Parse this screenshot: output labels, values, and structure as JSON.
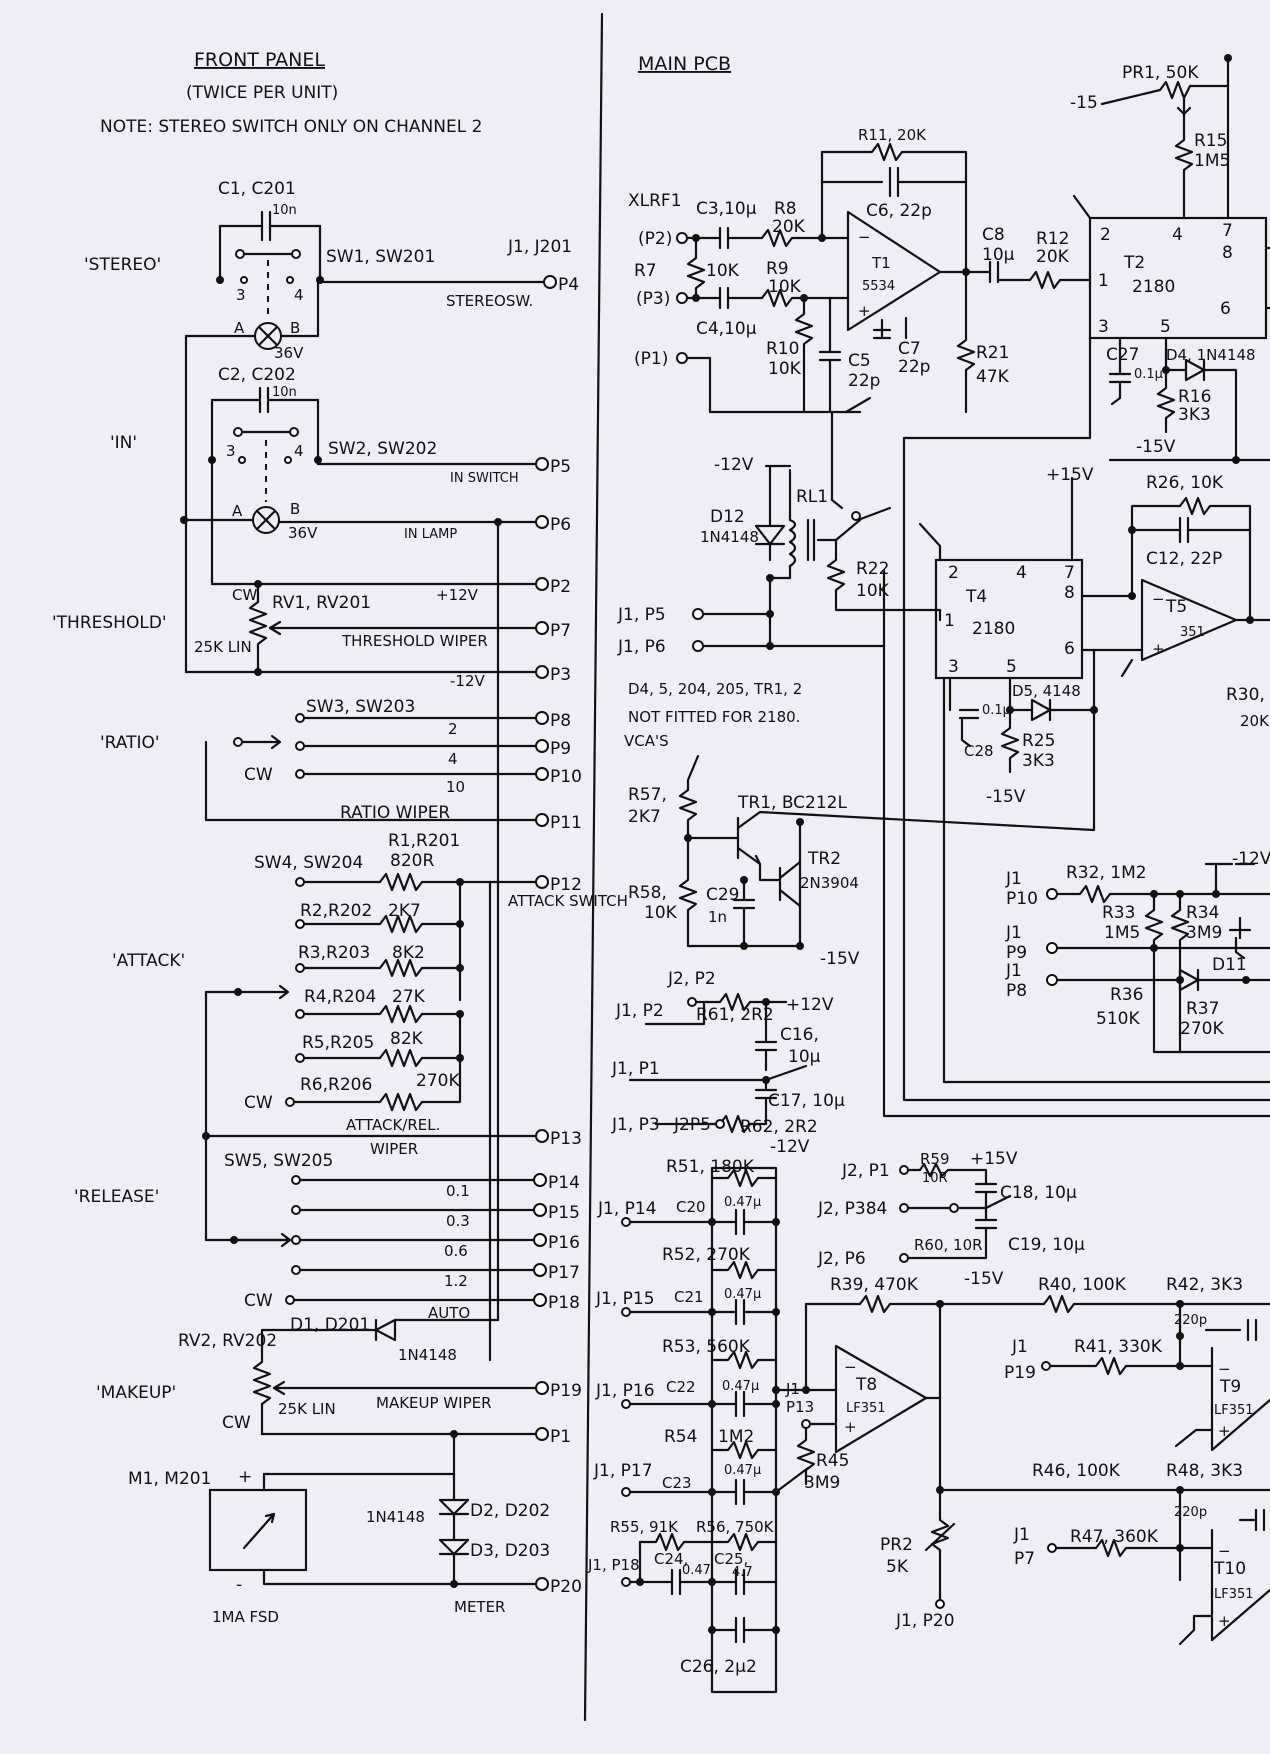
{
  "front_panel": {
    "title": "FRONT PANEL",
    "subtitle": "(TWICE PER UNIT)",
    "note": "NOTE: STEREO SWITCH ONLY ON CHANNEL 2",
    "labels": {
      "stereo": "'STEREO'",
      "in": "'IN'",
      "threshold": "'THRESHOLD'",
      "ratio": "'RATIO'",
      "attack": "'ATTACK'",
      "release": "'RELEASE'",
      "makeup": "'MAKEUP'",
      "c1": "C1, C201",
      "c1v": "10n",
      "c2": "C2, C202",
      "c2v": "10n",
      "sw1": "SW1, SW201",
      "sw2": "SW2, SW202",
      "sw3": "SW3, SW203",
      "sw4": "SW4, SW204",
      "sw5": "SW5, SW205",
      "j1": "J1, J201",
      "stereosw": "STEREOSW.",
      "inswitch": "IN SWITCH",
      "inlamp": "IN LAMP",
      "lamp_v": "36V",
      "a": "A",
      "b": "B",
      "n3": "3",
      "n4": "4",
      "rv1": "RV1, RV201",
      "plus12": "+12V",
      "minus12": "-12V",
      "lin25": "25K LIN",
      "thr_wiper": "THRESHOLD WIPER",
      "ratio2": "2",
      "ratio4": "4",
      "ratio10": "10",
      "ratio_wiper": "RATIO WIPER",
      "cw": "CW",
      "r1": "R1,R201",
      "r1v": "820R",
      "r2": "R2,R202",
      "r2v": "2K7",
      "r3": "R3,R203",
      "r3v": "8K2",
      "r4": "R4,R204",
      "r4v": "27K",
      "r5": "R5,R205",
      "r5v": "82K",
      "r6": "R6,R206",
      "r6v": "270K",
      "attack_sw": "ATTACK SWITCH",
      "att_rel": "ATTACK/REL.",
      "wiper": "WIPER",
      "rel1": "0.1",
      "rel2": "0.3",
      "rel3": "0.6",
      "rel4": "1.2",
      "auto": "AUTO",
      "d1": "D1, D201",
      "in4148": "1N4148",
      "rv2": "RV2, RV202",
      "lin25b": "25K LIN",
      "makeup_wiper": "MAKEUP WIPER",
      "m1": "M1, M201",
      "plus": "+",
      "minus": "-",
      "fsd": "1MA FSD",
      "d2": "D2, D202",
      "d3": "D3, D203",
      "meter": "METER",
      "p4": "P4",
      "p5": "P5",
      "p6": "P6",
      "p2": "P2",
      "p7": "P7",
      "p3": "P3",
      "p8": "P8",
      "p9": "P9",
      "p10": "P10",
      "p11": "P11",
      "p12": "P12",
      "p13": "P13",
      "p14": "P14",
      "p15": "P15",
      "p16": "P16",
      "p17": "P17",
      "p18": "P18",
      "p19": "P19",
      "p1": "P1",
      "p20": "P20"
    }
  },
  "main_pcb": {
    "title": "MAIN PCB",
    "labels": {
      "xlrf1": "XLRF1",
      "p2": "(P2)",
      "p3": "(P3)",
      "p1": "(P1)",
      "c3": "C3,10µ",
      "r8": "R8",
      "r8v": "20K",
      "r7": "R7",
      "r7v": "10K",
      "r9": "R9",
      "r9v": "10K",
      "c4": "C4,10µ",
      "r10": "R10",
      "r10v": "10K",
      "c5": "C5",
      "c5v": "22p",
      "r11": "R11, 20K",
      "c6": "C6, 22p",
      "t1": "T1",
      "t1b": "5534",
      "c7": "C7",
      "c7v": "22p",
      "c8": "C8",
      "c8v": "10µ",
      "r12": "R12",
      "r12v": "20K",
      "r21": "R21",
      "r21v": "47K",
      "pr1": "PR1, 50K",
      "m15": "-15",
      "r15": "R15",
      "r15v": "1M5",
      "t2": "T2",
      "t2b": "2180",
      "c27": "C27",
      "c27v": "0.1µ",
      "d4": "D4, 1N4148",
      "r16": "R16",
      "r16v": "3K3",
      "m15v": "-15V",
      "m12v": "-12V",
      "rl1": "RL1",
      "d12": "D12",
      "d12v": "1N4148",
      "r22": "R22",
      "r22v": "10K",
      "j1p5": "J1, P5",
      "j1p6": "J1, P6",
      "note1": "D4, 5, 204, 205, TR1, 2",
      "note2": "NOT FITTED FOR 2180.",
      "note3": "VCA'S",
      "p15v": "+15V",
      "r26": "R26, 10K",
      "c12": "C12, 22P",
      "t4": "T4",
      "t4b": "2180",
      "t5": "T5",
      "t5b": "351",
      "d5": "D5, 4148",
      "c28": "C28",
      "c28v": "0.1µ",
      "r25": "R25",
      "r25v": "3K3",
      "r30": "R30,",
      "r30v": "20K",
      "r57": "R57,",
      "r57v": "2K7",
      "tr1": "TR1, BC212L",
      "tr2": "TR2",
      "tr2v": "2N3904",
      "r58": "R58,",
      "r58v": "10K",
      "c29": "C29",
      "c29v": "1n",
      "m15v2": "-15V",
      "j1a": "J1",
      "p10": "P10",
      "r32": "R32, 1M2",
      "r33": "R33",
      "r33v": "1M5",
      "r34": "R34",
      "r34v": "3M9",
      "p9": "P9",
      "p8": "P8",
      "d11": "D11",
      "r36": "R36",
      "r36v": "510K",
      "r37": "R37",
      "r37v": "270K",
      "j2p2": "J2, P2",
      "j1p2": "J1, P2",
      "r61": "R61, 2R2",
      "p12v": "+12V",
      "c16": "C16,",
      "c16v": "10µ",
      "j1p1": "J1, P1",
      "c17": "C17, 10µ",
      "j1p3": "J1, P3",
      "j2p5": "J2P5",
      "r62": "R62, 2R2",
      "m12v2": "-12V",
      "j2p1": "J2, P1",
      "r59": "R59",
      "r59v": "10R",
      "p15x": "+15V",
      "c18": "C18, 10µ",
      "j2p384": "J2, P384",
      "j2p6": "J2, P6",
      "r60": "R60, 10R",
      "c19": "C19, 10µ",
      "m15v3": "-15V",
      "r51": "R51, 180K",
      "j1p14": "J1, P14",
      "c20": "C20",
      "c20v": "0.47µ",
      "r52": "R52, 270K",
      "j1p15": "J1, P15",
      "c21": "C21",
      "c21v": "0.47µ",
      "r53": "R53, 560K",
      "j1p16": "J1, P16",
      "c22": "C22",
      "c22v": "0.47µ",
      "r54": "R54",
      "r54v": "1M2",
      "j1p17": "J1, P17",
      "c23": "C23",
      "c23v": "0.47µ",
      "r55": "R55, 91K",
      "r56": "R56, 750K",
      "j1p18": "J1, P18",
      "c24": "C24,",
      "c24v": "0.47",
      "c25": "C25,",
      "c25v": "4.7",
      "c26": "C26, 2µ2",
      "r39": "R39, 470K",
      "t8": "T8",
      "t8b": "LF351",
      "j1p13a": "J1",
      "j1p13b": "P13",
      "r45": "R45",
      "r45v": "3M9",
      "pr2": "PR2",
      "pr2v": "5K",
      "j1p20": "J1, P20",
      "r40": "R40, 100K",
      "r42": "R42, 3K3",
      "c220a": "220p",
      "j1p19a": "J1",
      "j1p19b": "P19",
      "r41": "R41, 330K",
      "t9": "T9",
      "t9b": "LF351",
      "r46": "R46, 100K",
      "r48": "R48, 3K3",
      "c220b": "220p",
      "j1p7a": "J1",
      "j1p7b": "P7",
      "r47": "R47, 360K",
      "t10": "T10",
      "t10b": "LF351"
    }
  }
}
